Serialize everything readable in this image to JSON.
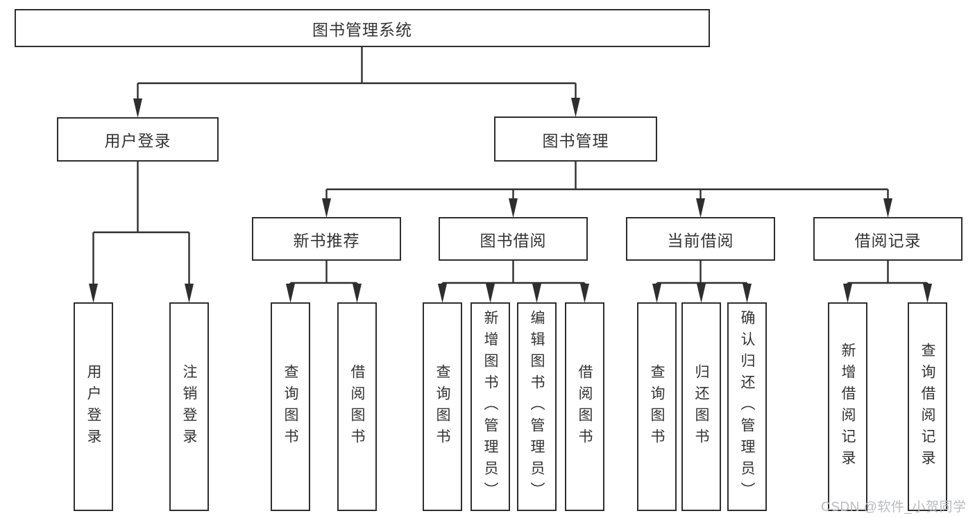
{
  "diagram": {
    "root": {
      "label": "图书管理系统"
    },
    "branches": [
      {
        "label": "用户登录",
        "children": [
          {
            "label": "用户登录"
          },
          {
            "label": "注销登录"
          }
        ]
      },
      {
        "label": "图书管理",
        "sections": [
          {
            "label": "新书推荐",
            "children": [
              {
                "label": "查询图书"
              },
              {
                "label": "借阅图书"
              }
            ]
          },
          {
            "label": "图书借阅",
            "children": [
              {
                "label": "查询图书"
              },
              {
                "label": "新增图书（管理员）"
              },
              {
                "label": "编辑图书（管理员）"
              },
              {
                "label": "借阅图书"
              }
            ]
          },
          {
            "label": "当前借阅",
            "children": [
              {
                "label": "查询图书"
              },
              {
                "label": "归还图书"
              },
              {
                "label": "确认归还（管理员）"
              }
            ]
          },
          {
            "label": "借阅记录",
            "children": [
              {
                "label": "新增借阅记录"
              },
              {
                "label": "查询借阅记录"
              }
            ]
          }
        ]
      }
    ]
  },
  "watermark": {
    "text": "CSDN @软件_小贺同学"
  },
  "colors": {
    "line": "#2e2e2e",
    "box_border": "#2e2e2e",
    "box_fill": "#ffffff",
    "text": "#333333",
    "watermark": "#b8babd",
    "background": "#ffffff"
  }
}
